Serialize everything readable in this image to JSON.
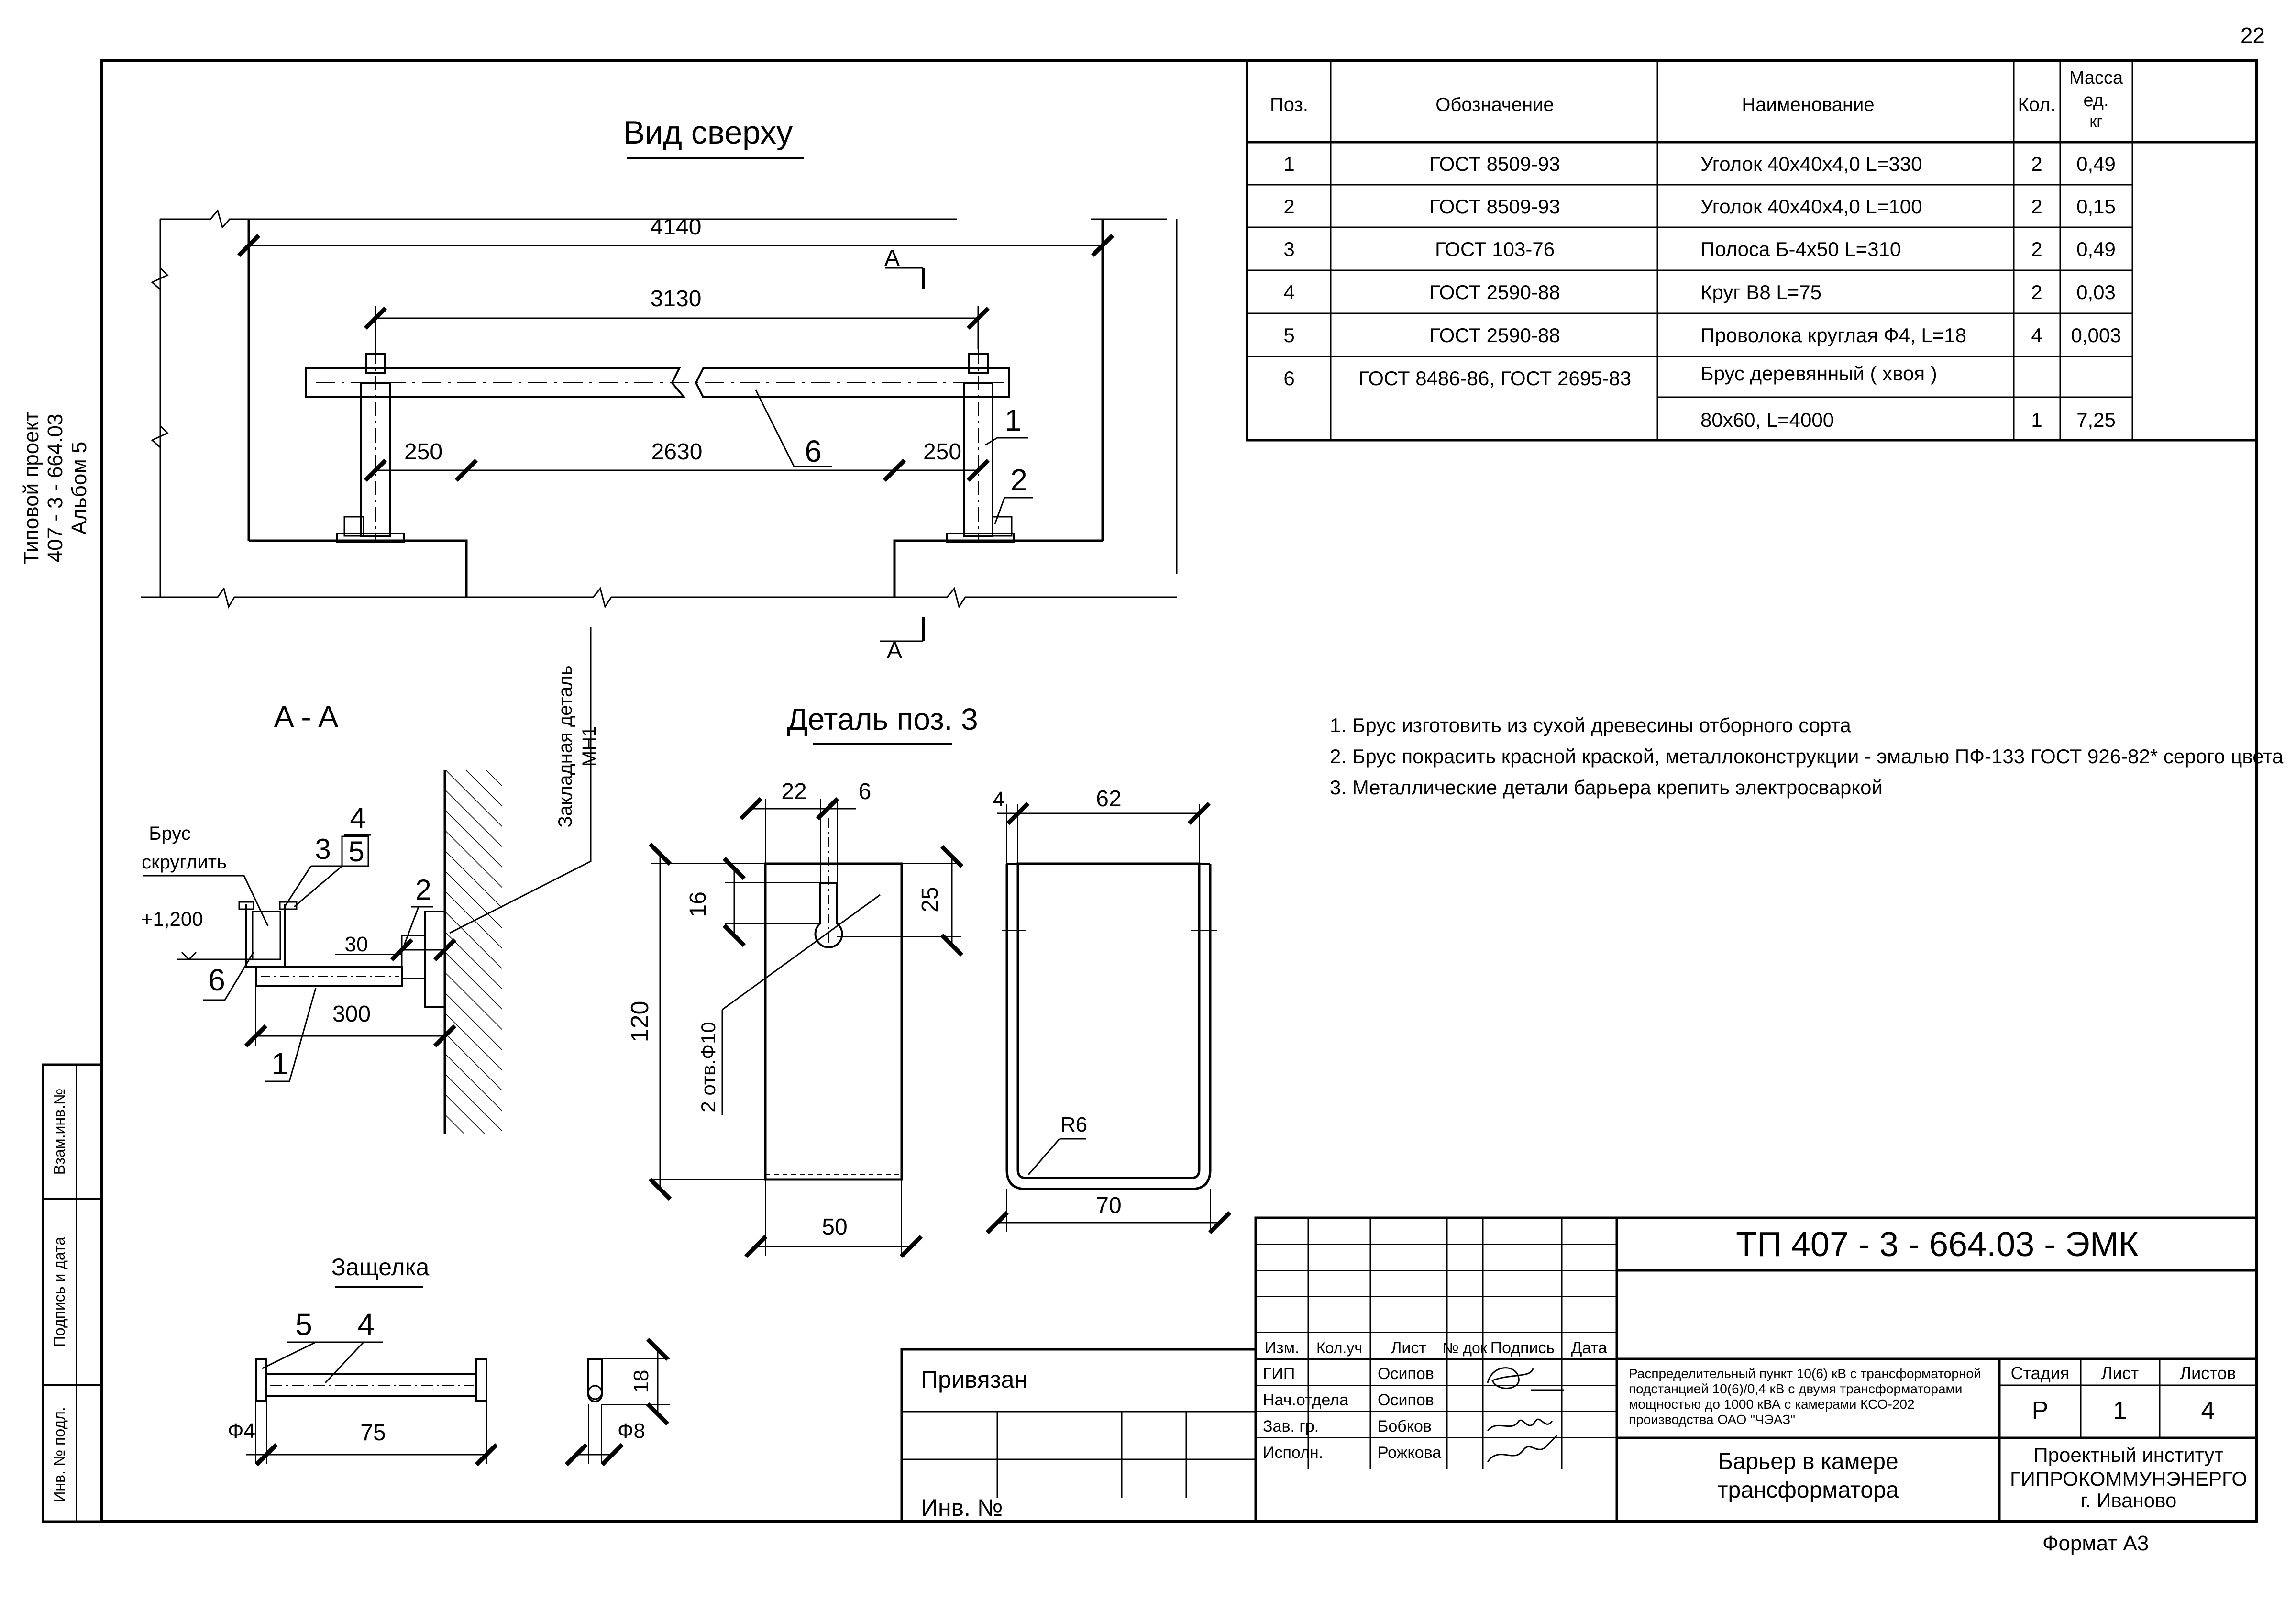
{
  "page_number": "22",
  "side_stamp": {
    "line1": "Типовой проект",
    "line2": "407 - 3 - 664.03",
    "line3": "Альбом 5"
  },
  "side_table": [
    "Взам.инв.№",
    "Подпись и дата",
    "Инв. № подл."
  ],
  "views": {
    "top_view": {
      "title": "Вид сверху",
      "dims": {
        "overall": "4140",
        "span": "3130",
        "left": "250",
        "middle": "2630",
        "right": "250"
      },
      "section_mark": "A",
      "callouts": [
        "6",
        "1",
        "2"
      ]
    },
    "section_aa": {
      "title": "A - A",
      "label_brus_1": "Брус",
      "label_brus_2": "скруглить",
      "level": "+1,200",
      "dims": {
        "d30": "30",
        "d300": "300"
      },
      "callouts": {
        "c1": "1",
        "c2": "2",
        "c3": "3",
        "c4": "4",
        "c5": "5",
        "c6": "6"
      },
      "embedded_part_1": "Закладная деталь",
      "embedded_part_2": "МН1"
    },
    "detail_pos3": {
      "title": "Деталь поз. 3",
      "dims": {
        "d22": "22",
        "d6": "6",
        "d16": "16",
        "d25": "25",
        "d120": "120",
        "d50": "50",
        "d4": "4",
        "d62": "62",
        "d70": "70"
      },
      "holes": "2 отв.Ф10",
      "radius": "R6"
    },
    "latch": {
      "title": "Защелка",
      "dims": {
        "d75": "75",
        "d4": "Ф4",
        "d8": "Ф8",
        "d18": "18"
      },
      "callouts": {
        "c5": "5",
        "c4": "4"
      }
    }
  },
  "spec_table": {
    "headers": {
      "pos": "Поз.",
      "designation": "Обозначение",
      "name": "Наименование",
      "qty": "Кол.",
      "mass1": "Масса",
      "mass2": "ед.",
      "mass3": "кг"
    },
    "rows": [
      {
        "pos": "1",
        "designation": "ГОСТ 8509-93",
        "name": "Уголок 40х40х4,0   L=330",
        "qty": "2",
        "mass": "0,49"
      },
      {
        "pos": "2",
        "designation": "ГОСТ 8509-93",
        "name": "Уголок 40х40х4,0  L=100",
        "qty": "2",
        "mass": "0,15"
      },
      {
        "pos": "3",
        "designation": "ГОСТ 103-76",
        "name": "Полоса Б-4х50    L=310",
        "qty": "2",
        "mass": "0,49"
      },
      {
        "pos": "4",
        "designation": "ГОСТ 2590-88",
        "name": "Круг В8     L=75",
        "qty": "2",
        "mass": "0,03"
      },
      {
        "pos": "5",
        "designation": "ГОСТ 2590-88",
        "name": "Проволока круглая   Ф4, L=18",
        "qty": "4",
        "mass": "0,003"
      },
      {
        "pos": "6",
        "designation": "ГОСТ 8486-86, ГОСТ 2695-83",
        "name": "Брус деревянный ( хвоя )",
        "qty": "",
        "mass": ""
      },
      {
        "pos": "",
        "designation": "",
        "name": "80х60, L=4000",
        "qty": "1",
        "mass": "7,25"
      }
    ]
  },
  "notes": [
    "1. Брус изготовить из сухой древесины отборного сорта",
    "2. Брус покрасить красной краской, металлоконструкции - эмалью ПФ-133 ГОСТ 926-82* серого цвета",
    "3. Металлические детали барьера крепить электросваркой"
  ],
  "title_block": {
    "doc_code": "ТП 407 - 3 - 664.03 - ЭМК",
    "bound_label": "Привязан",
    "inv_label": "Инв. №",
    "col_headers": [
      "Изм.",
      "Кол.уч",
      "Лист",
      "№ док",
      "Подпись",
      "Дата"
    ],
    "roles": [
      {
        "role": "ГИП",
        "name": "Осипов"
      },
      {
        "role": "Нач.отдела",
        "name": "Осипов"
      },
      {
        "role": "Зав. гр.",
        "name": "Бобков"
      },
      {
        "role": "Исполн.",
        "name": "Рожкова"
      }
    ],
    "project_desc": [
      "Распределительный пункт 10(6) кВ с трансформаторной",
      "подстанцией 10(6)/0,4 кВ с двумя трансформаторами",
      "мощностью до 1000 кВА с камерами КСО-202",
      "производства ОАО \"ЧЭАЗ\""
    ],
    "stage_label": "Стадия",
    "sheet_label": "Лист",
    "sheets_label": "Листов",
    "stage": "Р",
    "sheet": "1",
    "sheets": "4",
    "drawing_title_1": "Барьер в камере",
    "drawing_title_2": "трансформатора",
    "org_1": "Проектный институт",
    "org_2": "ГИПРОКОММУНЭНЕРГО",
    "org_3": "г. Иваново"
  },
  "format": "Формат А3"
}
